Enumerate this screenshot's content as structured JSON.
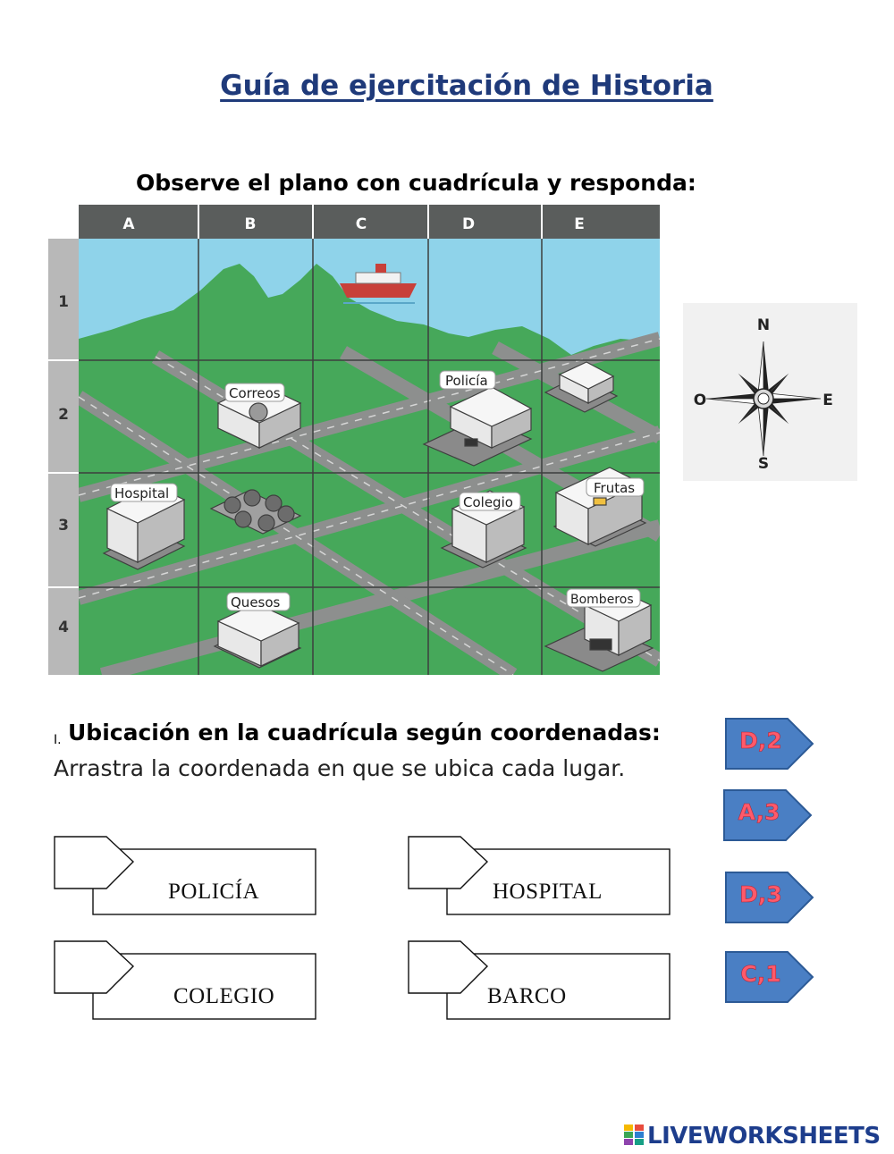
{
  "header": {
    "title": "Guía de ejercitación de Historia"
  },
  "map": {
    "instruction": "Observe el plano con cuadrícula y responda:",
    "columns": [
      "A",
      "B",
      "C",
      "D",
      "E"
    ],
    "rows": [
      "1",
      "2",
      "3",
      "4"
    ],
    "places": {
      "correos": "Correos",
      "policia": "Policía",
      "hospital": "Hospital",
      "colegio": "Colegio",
      "frutas": "Frutas",
      "quesos": "Quesos",
      "bomberos": "Bomberos"
    },
    "colors": {
      "water": "#8fd3ea",
      "land": "#46a85a",
      "road": "#8d8f8e",
      "header": "#5a5d5c",
      "rowheader": "#b8b8b8"
    }
  },
  "compass": {
    "north": "N",
    "south": "S",
    "east": "E",
    "west": "O"
  },
  "section": {
    "number": "I.",
    "title": "Ubicación en la cuadrícula según coordenadas:",
    "instruction": "Arrastra la coordenada en que se ubica cada lugar."
  },
  "targets": [
    {
      "label": "POLICÍA"
    },
    {
      "label": "HOSPITAL"
    },
    {
      "label": "COLEGIO"
    },
    {
      "label": "BARCO"
    }
  ],
  "answer_tags": [
    {
      "label": "D,2"
    },
    {
      "label": "A,3"
    },
    {
      "label": "D,3"
    },
    {
      "label": "C,1"
    }
  ],
  "tag_colors": {
    "fill": "#4a7fc4",
    "text": "#ff5a6a"
  },
  "footer": {
    "brand": "LIVEWORKSHEETS"
  }
}
